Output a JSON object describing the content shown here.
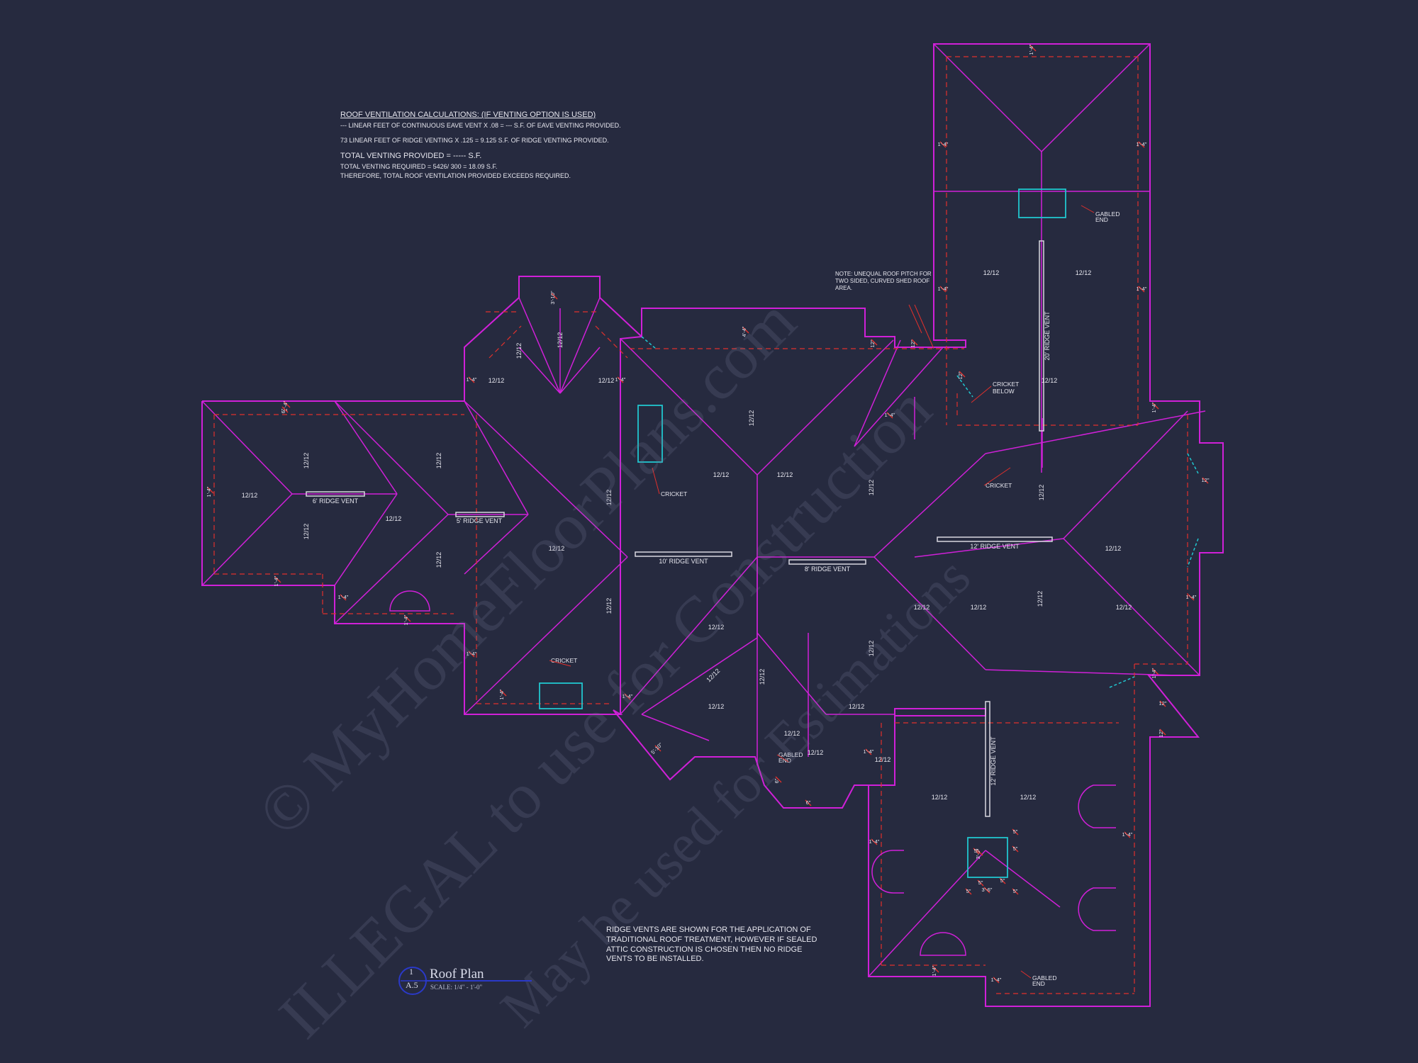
{
  "drawing": {
    "ventilation_notes": {
      "heading": "ROOF VENTILATION CALCULATIONS:",
      "heading_suffix": "(IF VENTING OPTION IS USED)",
      "line1": "--- LINEAR FEET OF CONTINUOUS EAVE VENT X .08 = --- S.F. OF EAVE VENTING PROVIDED.",
      "line2": "73 LINEAR FEET OF RIDGE VENTING X .125 = 9.125 S.F. OF RIDGE VENTING PROVIDED.",
      "line3": "TOTAL VENTING PROVIDED = ----- S.F.",
      "line4": "TOTAL VENTING REQUIRED = 5426/ 300 = 18.09 S.F.",
      "line5": "THEREFORE, TOTAL ROOF VENTILATION PROVIDED EXCEEDS REQUIRED."
    },
    "treatment_note": "RIDGE VENTS ARE SHOWN FOR THE APPLICATION OF TRADITIONAL ROOF TREATMENT, HOWEVER IF SEALED ATTIC CONSTRUCTION IS CHOSEN THEN NO RIDGE VENTS TO BE INSTALLED.",
    "unequal_note": "NOTE: UNEQUAL ROOF PITCH FOR TWO SIDED, CURVED SHED ROOF AREA.",
    "title_block": {
      "detail_number": "1",
      "sheet": "A.5",
      "title": "Roof Plan",
      "scale": "SCALE: 1/4\" - 1'-0\""
    },
    "watermark": {
      "line1": "© MyHomeFloorPlans.com",
      "line2": "ILLEGAL to use for Construction",
      "line3": "May be used for Estimations"
    },
    "colors": {
      "background": "#262a3f",
      "roof_outline": "#d020d8",
      "dimension": "#e0302c",
      "feature": "#21c6cf",
      "text": "#e6e6ee",
      "vent": "#d8d8e0"
    },
    "ridge_vents": [
      {
        "label": "6' RIDGE VENT"
      },
      {
        "label": "5' RIDGE VENT"
      },
      {
        "label": "10' RIDGE VENT"
      },
      {
        "label": "8' RIDGE VENT"
      },
      {
        "label": "12' RIDGE VENT"
      },
      {
        "label": "20' RIDGE VENT"
      },
      {
        "label": "12' RIDGE VENT"
      }
    ],
    "callouts": [
      {
        "label": "CRICKET"
      },
      {
        "label": "CRICKET"
      },
      {
        "label": "CRICKET"
      },
      {
        "label": "CRICKET"
      },
      {
        "label": "BELOW"
      },
      {
        "label": "GABLED"
      },
      {
        "label": "END"
      },
      {
        "label": "GABLED"
      },
      {
        "label": "END"
      },
      {
        "label": "GABLED"
      },
      {
        "label": "END"
      }
    ],
    "pitch_labels": [
      "12/12",
      "12/12",
      "12/12",
      "12/12",
      "12/12",
      "12/12",
      "12/12",
      "12/12",
      "12/12",
      "12/12",
      "12/12",
      "12/12",
      "12/12",
      "12/12",
      "12/12",
      "12/12",
      "12/12",
      "12/12",
      "12/12",
      "12/12",
      "12/12",
      "12/12",
      "12/12",
      "12/12",
      "12/12",
      "12/12",
      "12/12",
      "12/12",
      "12/12",
      "12/12",
      "12/12",
      "12/12",
      "12/12",
      "12/12",
      "12/12",
      "12/12",
      "12/12"
    ],
    "dimension_labels": [
      "1'-4\"",
      "1'-4\"",
      "1'-4\"",
      "1'-4\"",
      "1'-4\"",
      "1'-4\"",
      "1'-4\"",
      "1'-4\"",
      "1'-4\"",
      "1'-4\"",
      "1'-4\"",
      "1'-4\"",
      "1'-4\"",
      "1'-4\"",
      "1'-4\"",
      "1'-4\"",
      "1'-4\"",
      "1'-4\"",
      "1'-4\"",
      "1'-4\"",
      "1'-4\"",
      "1'-4\"",
      "1'-4\"",
      "1'-4\"",
      "3'-10\"",
      "4'-4\"",
      "5'-10\"",
      "3'-6\"",
      "3'-6\"",
      "12\"",
      "12\"",
      "12\"",
      "12\"",
      "12\"",
      "12\"",
      "6\"",
      "6\"",
      "6\"",
      "5\"",
      "5\"",
      "5\"",
      "5\"",
      "5\"",
      "5\"",
      "5\""
    ]
  }
}
